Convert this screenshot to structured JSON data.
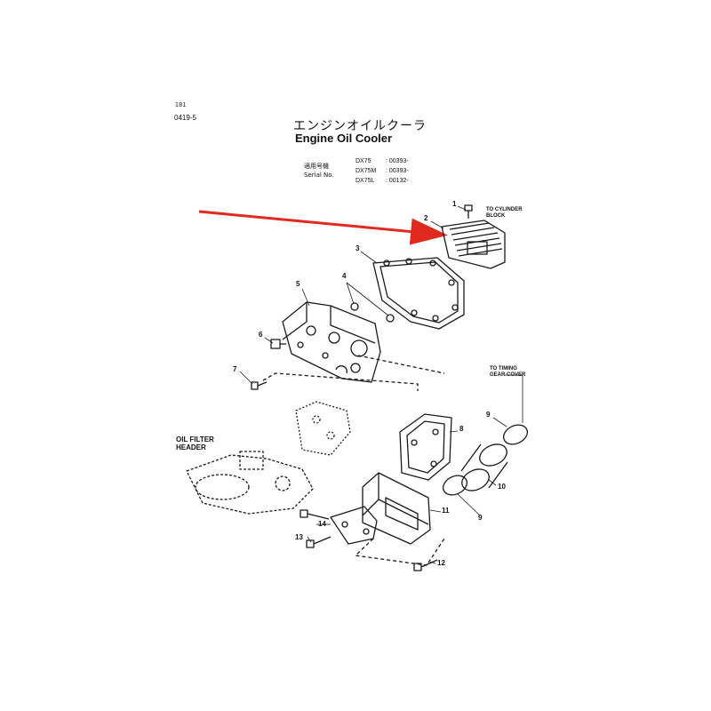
{
  "header": {
    "page_number": "181",
    "group_number": "0419-5",
    "title_jp": "エンジンオイルクーラ",
    "title_en": "Engine Oil Cooler"
  },
  "serial": {
    "label_jp": "適用号機",
    "label_en": "Serial No.",
    "rows": [
      {
        "model": "DX75",
        "range": ": 00393-"
      },
      {
        "model": "DX75M",
        "range": ": 00393-"
      },
      {
        "model": "DX75L",
        "range": ": 00132-"
      }
    ]
  },
  "notes": {
    "cylinder_block": [
      "TO CYLINDER",
      "BLOCK"
    ],
    "timing_gear": [
      "TO TIMING",
      "GEAR COVER"
    ],
    "oil_filter_header": [
      "OIL FILTER",
      "HEADER"
    ]
  },
  "callouts": [
    "1",
    "2",
    "3",
    "4",
    "5",
    "6",
    "7",
    "8",
    "9",
    "9",
    "10",
    "11",
    "12",
    "13",
    "14"
  ],
  "colors": {
    "line": "#1a1a1a",
    "arrow": "#e02a20",
    "background": "#ffffff"
  }
}
